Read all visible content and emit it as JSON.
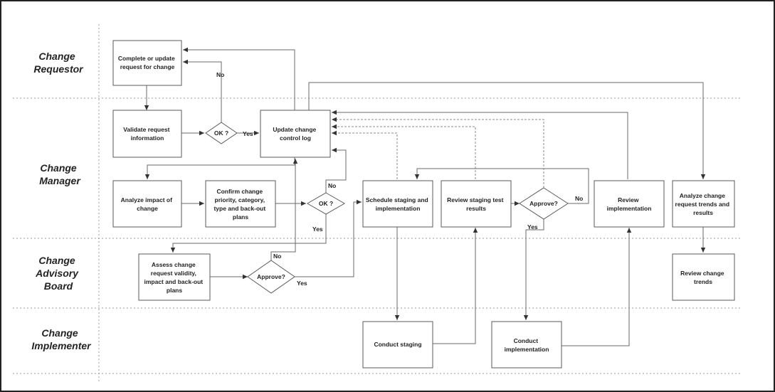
{
  "lanes": [
    {
      "id": "requestor",
      "lines": [
        "Change",
        "Requestor"
      ]
    },
    {
      "id": "manager",
      "lines": [
        "Change",
        "Manager"
      ]
    },
    {
      "id": "board",
      "lines": [
        "Change",
        "Advisory",
        "Board"
      ]
    },
    {
      "id": "implementer",
      "lines": [
        "Change",
        "Implementer"
      ]
    }
  ],
  "nodes": {
    "request": {
      "shape": "box",
      "lines": [
        "Complete or update",
        "request for change"
      ]
    },
    "validate": {
      "shape": "box",
      "lines": [
        "Validate request",
        "information"
      ]
    },
    "ok1": {
      "shape": "diamond",
      "lines": [
        "OK ?"
      ]
    },
    "log": {
      "shape": "box",
      "lines": [
        "Update change",
        "control log"
      ]
    },
    "analyze": {
      "shape": "box",
      "lines": [
        "Analyze impact of",
        "change"
      ]
    },
    "confirm": {
      "shape": "box",
      "lines": [
        "Confirm change",
        "priority, category,",
        "type and back-out",
        "plans"
      ]
    },
    "ok2": {
      "shape": "diamond",
      "lines": [
        "OK ?"
      ]
    },
    "schedule": {
      "shape": "box",
      "lines": [
        "Schedule staging and",
        "implementation"
      ]
    },
    "review_staging": {
      "shape": "box",
      "lines": [
        "Review staging test",
        "results"
      ]
    },
    "approve2": {
      "shape": "diamond",
      "lines": [
        "Approve?"
      ]
    },
    "review_impl": {
      "shape": "box",
      "lines": [
        "Review",
        "implementation"
      ]
    },
    "trends": {
      "shape": "box",
      "lines": [
        "Analyze change",
        "request trends and",
        "results"
      ]
    },
    "assess": {
      "shape": "box",
      "lines": [
        "Assess change",
        "request validity,",
        "impact and back-out",
        "plans"
      ]
    },
    "approve1": {
      "shape": "diamond",
      "lines": [
        "Approve?"
      ]
    },
    "review_trends": {
      "shape": "box",
      "lines": [
        "Review change",
        "trends"
      ]
    },
    "staging": {
      "shape": "box",
      "lines": [
        "Conduct staging"
      ]
    },
    "implement": {
      "shape": "box",
      "lines": [
        "Conduct",
        "implementation"
      ]
    }
  },
  "edge_labels": {
    "ok1_no": "No",
    "ok1_yes": "Yes",
    "ok2_no": "No",
    "ok2_yes": "Yes",
    "approve1_no": "No",
    "approve1_yes": "Yes",
    "approve2_no": "No",
    "approve2_yes": "Yes"
  }
}
